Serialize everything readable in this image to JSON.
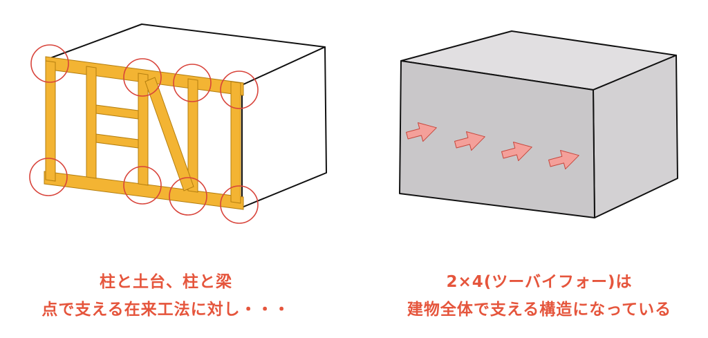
{
  "colors": {
    "timber": "#f3b433",
    "timber_edge": "#b37d0e",
    "joint_circle": "#d8433a",
    "wall_front": "#c9c7c9",
    "wall_side": "#d3d1d3",
    "wall_top": "#e1dfe1",
    "arrow": "#f4a09a",
    "arrow_edge": "#c7463c",
    "caption": "#e5553c",
    "outline": "#111111"
  },
  "left_panel": {
    "caption_line1": "柱と土台、柱と梁",
    "caption_line2": "点で支える在来工法に対し・・・"
  },
  "right_panel": {
    "caption_line1": "2×4(ツーバイフォー)は",
    "caption_line2": "建物全体で支える構造になっている"
  }
}
